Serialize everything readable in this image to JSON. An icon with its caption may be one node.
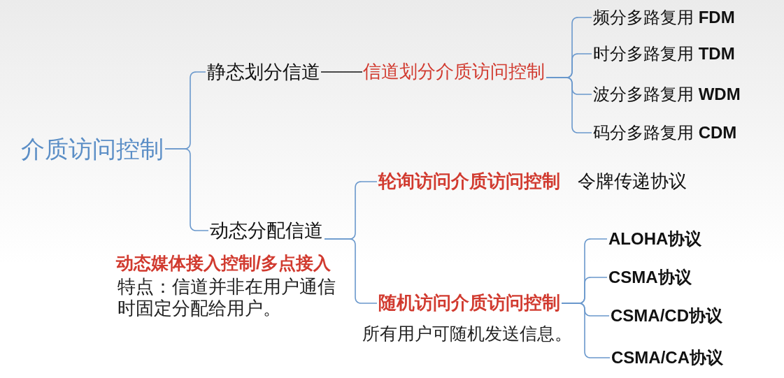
{
  "diagram": {
    "nodes": [
      {
        "text": [
          "介质访问控制"
        ]
      },
      {
        "text": [
          "静态划分信道"
        ]
      },
      {
        "text": [
          "信道划分介质访问控制"
        ]
      },
      {
        "text": [
          "频分多路复用 **FDM**"
        ]
      },
      {
        "text": [
          "时分多路复用 **TDM**"
        ]
      },
      {
        "text": [
          "波分多路复用 **WDM**"
        ]
      },
      {
        "text": [
          "码分多路复用 **CDM**"
        ]
      },
      {
        "text": [
          "动态分配信道"
        ],
        "beside": [
          "动态媒体接入控制/多点接入",
          "特点：信道并非在用户通信时固定分配给用户。"
        ]
      },
      {
        "text": [
          "轮询访问介质访问控制"
        ],
        "beside": [
          "令牌传递协议"
        ]
      },
      {
        "text": [
          "随机访问介质访问控制"
        ],
        "beside": [
          "所有用户可随机发送信息。"
        ]
      },
      {
        "text": [
          "ALOHA协议"
        ]
      },
      {
        "text": [
          "CSMA协议"
        ]
      },
      {
        "text": [
          "CSMA/CD协议"
        ]
      },
      {
        "text": [
          "CSMA/CA协议"
        ]
      }
    ],
    "edges": [
      {
        "from": 0,
        "to": 1,
        "arrow": "none"
      },
      {
        "from": 0,
        "to": 7,
        "arrow": "none"
      },
      {
        "from": 1,
        "to": 2,
        "arrow": "none",
        "color": "#111111"
      },
      {
        "from": 2,
        "to": 3,
        "arrow": "none"
      },
      {
        "from": 2,
        "to": 4,
        "arrow": "none"
      },
      {
        "from": 2,
        "to": 5,
        "arrow": "none"
      },
      {
        "from": 2,
        "to": 6,
        "arrow": "none"
      },
      {
        "from": 7,
        "to": 8,
        "arrow": "none"
      },
      {
        "from": 7,
        "to": 9,
        "arrow": "none"
      },
      {
        "from": 9,
        "to": 10,
        "arrow": "none"
      },
      {
        "from": 9,
        "to": 11,
        "arrow": "none"
      },
      {
        "from": 9,
        "to": 12,
        "arrow": "none"
      },
      {
        "from": 9,
        "to": 13,
        "arrow": "none"
      }
    ]
  }
}
